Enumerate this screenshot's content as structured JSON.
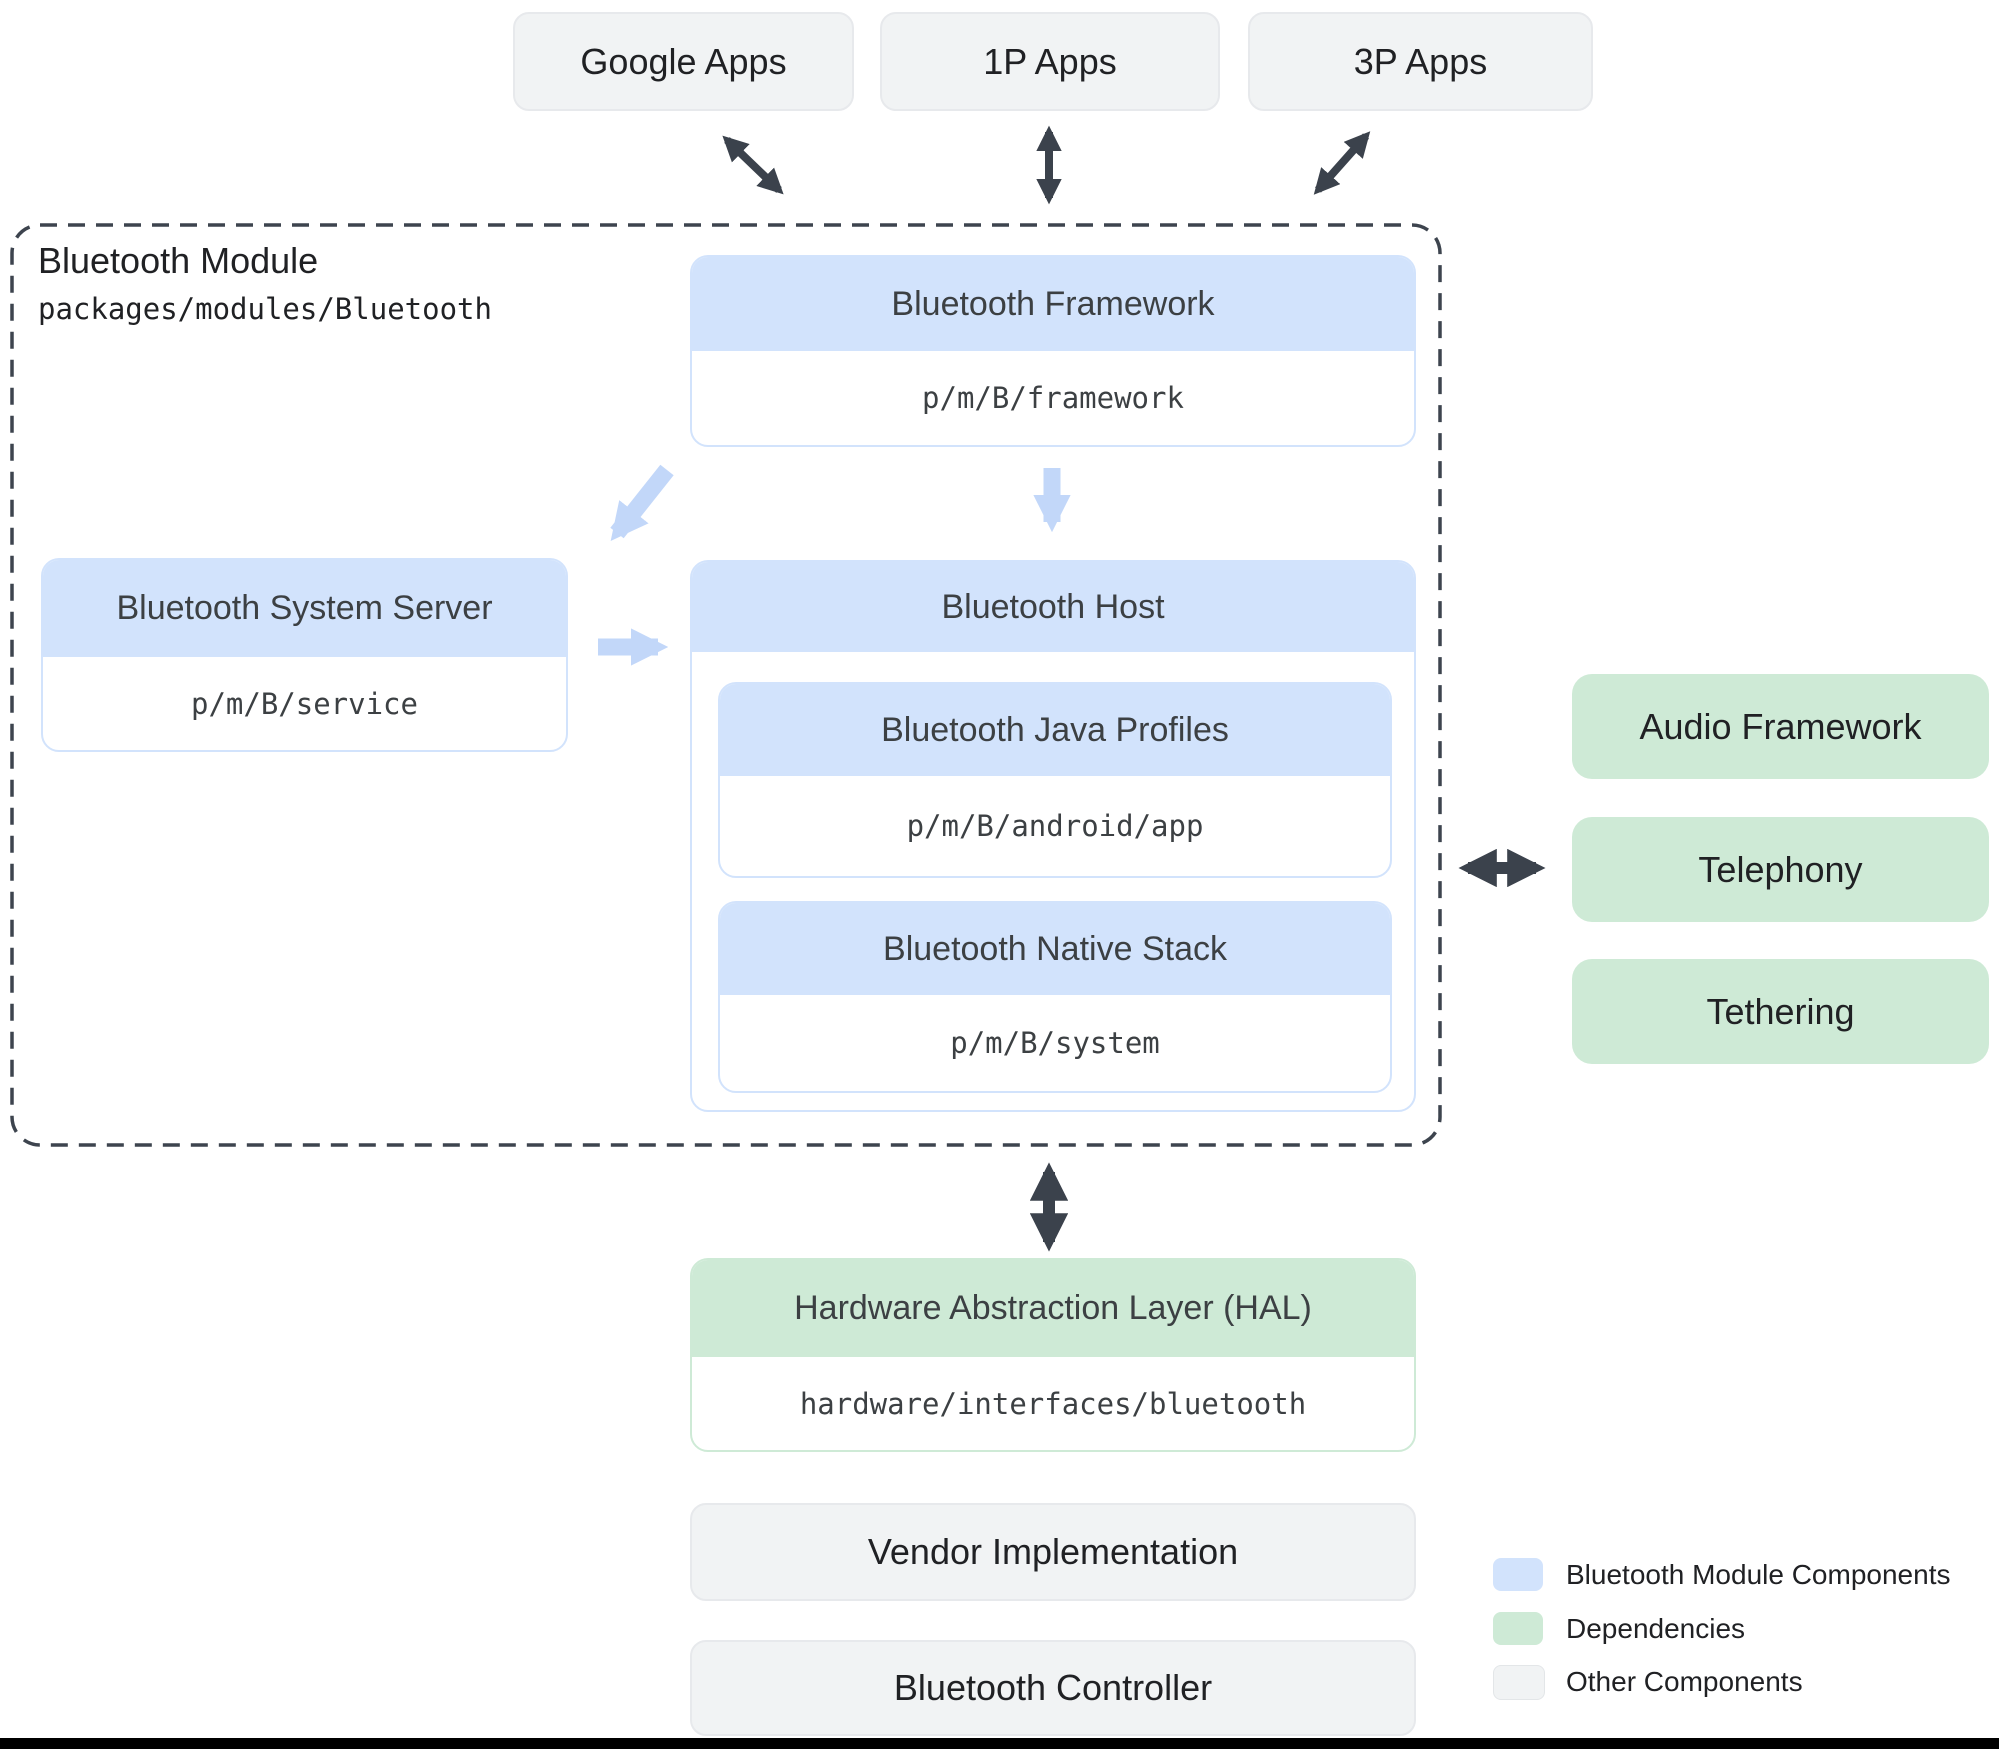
{
  "colors": {
    "module_component": "#d2e3fc",
    "dependency": "#ceead6",
    "other_component": "#f1f3f4",
    "arrow_dark": "#3b424c",
    "arrow_light_blue": "#c2d7f9",
    "heading_text": "#3c4043",
    "label_text": "#202124"
  },
  "apps": [
    {
      "label": "Google Apps"
    },
    {
      "label": "1P Apps"
    },
    {
      "label": "3P Apps"
    }
  ],
  "module": {
    "title": "Bluetooth Module",
    "subtitle": "packages/modules/Bluetooth",
    "framework": {
      "title": "Bluetooth Framework",
      "path": "p/m/B/framework"
    },
    "system_server": {
      "title": "Bluetooth System Server",
      "path": "p/m/B/service"
    },
    "host": {
      "title": "Bluetooth Host",
      "children": [
        {
          "title": "Bluetooth Java Profiles",
          "path": "p/m/B/android/app"
        },
        {
          "title": "Bluetooth Native Stack",
          "path": "p/m/B/system"
        }
      ]
    }
  },
  "dependencies": [
    {
      "label": "Audio Framework"
    },
    {
      "label": "Telephony"
    },
    {
      "label": "Tethering"
    }
  ],
  "hal": {
    "title": "Hardware Abstraction Layer (HAL)",
    "path": "hardware/interfaces/bluetooth"
  },
  "other_components": [
    {
      "label": "Vendor Implementation"
    },
    {
      "label": "Bluetooth Controller"
    }
  ],
  "legend": [
    {
      "label": "Bluetooth Module Components",
      "swatch": "module_component"
    },
    {
      "label": "Dependencies",
      "swatch": "dependency"
    },
    {
      "label": "Other Components",
      "swatch": "other_component"
    }
  ]
}
